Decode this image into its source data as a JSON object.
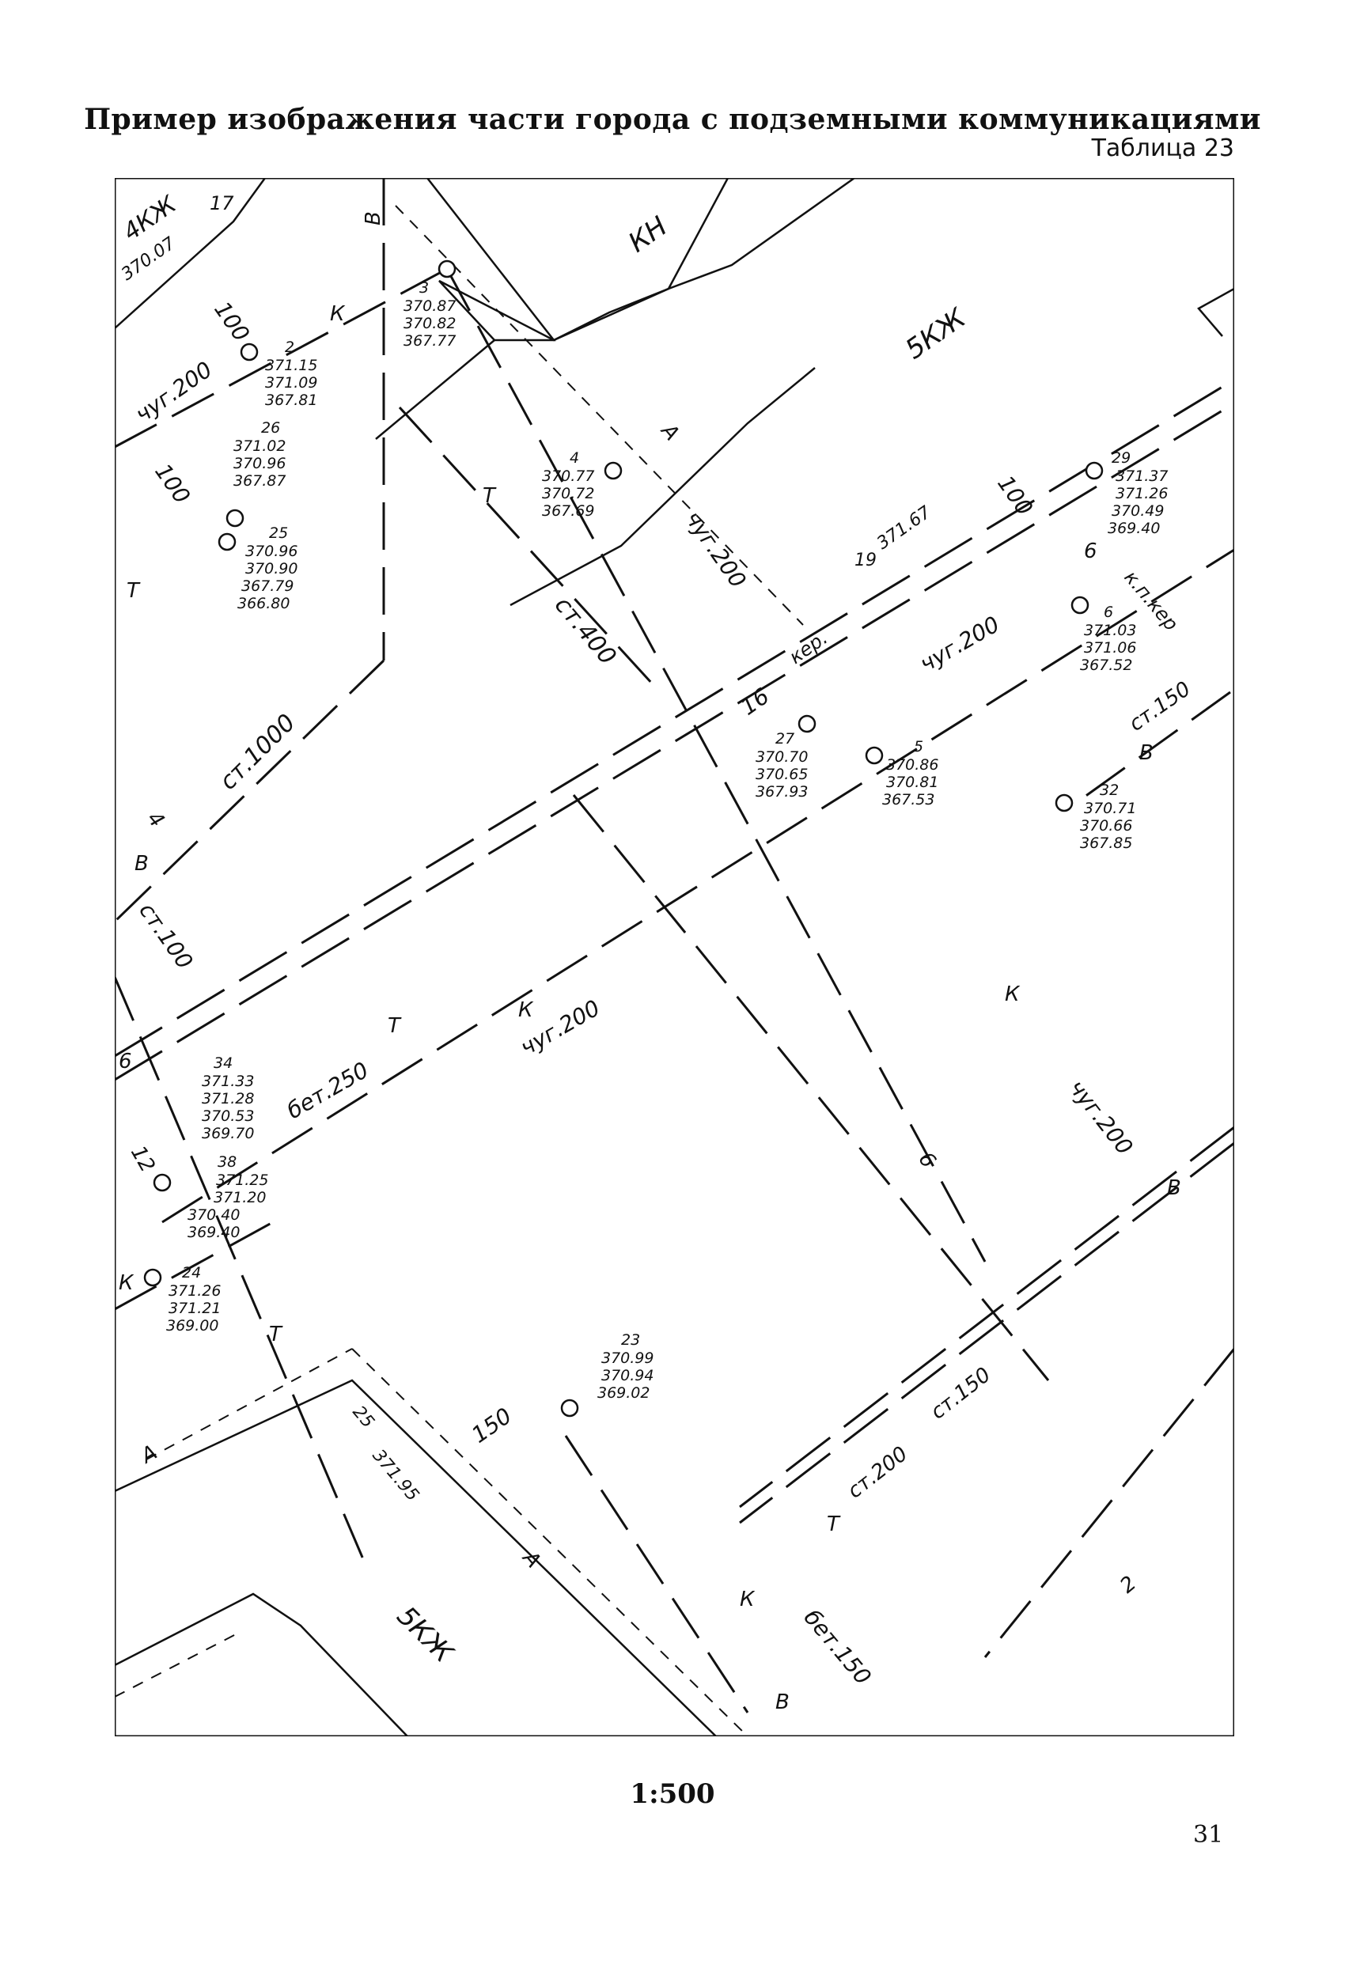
{
  "header": {
    "title": "Пример изображения части города с подземными коммуникациями",
    "table_label": "Таблица 23"
  },
  "footer": {
    "scale": "1:500",
    "page_number": "31"
  },
  "map": {
    "buildings": [
      {
        "label": "4КЖ"
      },
      {
        "label": "17"
      },
      {
        "label": "КН"
      },
      {
        "label": "5КЖ"
      },
      {
        "label": "19"
      },
      {
        "label": "25"
      },
      {
        "label": "5КЖ"
      }
    ],
    "spot_heights": [
      "370.07",
      "371.67",
      "371.95"
    ],
    "wells": [
      {
        "id": "3",
        "marks": [
          "370.87",
          "370.82",
          "367.77"
        ]
      },
      {
        "id": "2",
        "marks": [
          "371.15",
          "371.09",
          "367.81"
        ]
      },
      {
        "id": "26",
        "marks": [
          "371.02",
          "370.96",
          "367.87"
        ]
      },
      {
        "id": "25",
        "marks": [
          "370.96",
          "370.90",
          "367.79",
          "366.80"
        ]
      },
      {
        "id": "4",
        "marks": [
          "370.77",
          "370.72",
          "367.69"
        ]
      },
      {
        "id": "29",
        "marks": [
          "371.37",
          "371.26",
          "370.49",
          "369.40"
        ]
      },
      {
        "id": "6",
        "marks": [
          "371.03",
          "371.06",
          "367.52"
        ]
      },
      {
        "id": "27",
        "marks": [
          "370.70",
          "370.65",
          "367.93"
        ]
      },
      {
        "id": "5",
        "marks": [
          "370.86",
          "370.81",
          "367.53"
        ]
      },
      {
        "id": "32",
        "marks": [
          "370.71",
          "370.66",
          "367.85"
        ]
      },
      {
        "id": "34",
        "marks": [
          "371.33",
          "371.28",
          "370.53",
          "369.70"
        ]
      },
      {
        "id": "38",
        "marks": [
          "371.25",
          "371.20",
          "370.40",
          "369.40"
        ]
      },
      {
        "id": "24",
        "marks": [
          "371.26",
          "371.21",
          "369.00"
        ]
      },
      {
        "id": "23",
        "marks": [
          "370.99",
          "370.94",
          "369.02"
        ]
      }
    ],
    "pipe_labels": [
      "чуг.200",
      "чуг.200",
      "чуг.200",
      "чуг.200",
      "чуг.200",
      "ст.400",
      "ст.1000",
      "ст.100",
      "ст.150",
      "ст.150",
      "ст.200",
      "бет.250",
      "бет.150",
      "кер.",
      "к.п.кер",
      "100",
      "100",
      "100",
      "150",
      "16",
      "6",
      "6",
      "6",
      "4",
      "12",
      "2"
    ],
    "line_codes": {
      "sewer": "К",
      "heat": "Т",
      "water": "В",
      "sewer_dash": "А"
    }
  }
}
